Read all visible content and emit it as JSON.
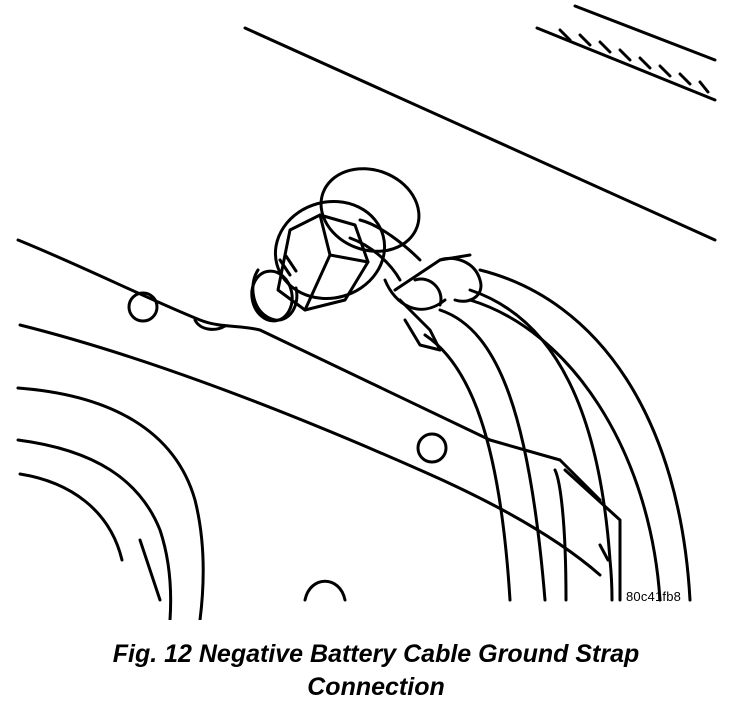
{
  "figure": {
    "code": "80c41fb8",
    "caption_line1": "Fig. 12 Negative Battery Cable Ground Strap",
    "caption_line2": "Connection"
  }
}
